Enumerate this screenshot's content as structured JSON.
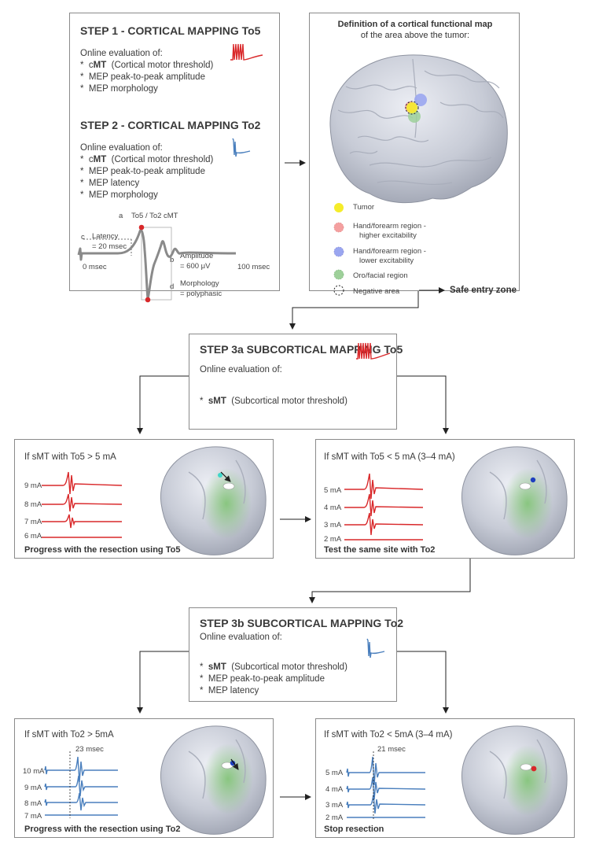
{
  "step1": {
    "title": "STEP 1 - CORTICAL MAPPING To5",
    "intro": "Online evaluation of:",
    "items": [
      {
        "bullet": "*",
        "bold": "cMT",
        "text": "(Cortical motor threshold)",
        "prefix": "c"
      },
      {
        "bullet": "*",
        "bold": "",
        "text": "MEP peak-to-peak amplitude",
        "prefix": ""
      },
      {
        "bullet": "*",
        "bold": "",
        "text": "MEP morphology",
        "prefix": ""
      }
    ]
  },
  "step2": {
    "title": "STEP 2 - CORTICAL MAPPING To2",
    "intro": "Online evaluation of:",
    "items": [
      {
        "bullet": "*",
        "text": "cMT  (Cortical motor threshold)"
      },
      {
        "bullet": "*",
        "text": "MEP peak-to-peak amplitude"
      },
      {
        "bullet": "*",
        "text": "MEP latency"
      },
      {
        "bullet": "*",
        "text": "MEP morphology"
      }
    ],
    "item0_bold": "MT",
    "item0_pre": "c",
    "item0_rest": "(Cortical motor threshold)",
    "waveform": {
      "a_letter": "a",
      "a_label": "To5 / To2 cMT",
      "b_letter": "b",
      "b_label1": "Amplitude",
      "b_label2": "= 600 μV",
      "c_letter": "c",
      "c_label1": "Latency",
      "c_label2": "= 20 msec",
      "d_letter": "d",
      "d_label1": "Morphology",
      "d_label2": "= polyphasic",
      "t0": "0 msec",
      "t100": "100 msec"
    }
  },
  "map": {
    "title": "Definition of a cortical functional map",
    "subtitle": "of the area above the tumor:",
    "legend": [
      {
        "label": "Tumor",
        "color": "#f5ec2a"
      },
      {
        "label": "Hand/forearm region -",
        "label2": "higher excitability",
        "color": "#f4a0a0"
      },
      {
        "label": "Hand/forearm region -",
        "label2": "lower excitability",
        "color": "#9aa6f0"
      },
      {
        "label": "Oro/facial region",
        "color": "#9ed09a"
      }
    ],
    "negative_label": "Negative area",
    "safe_label": "Safe entry zone"
  },
  "step3a": {
    "title": "STEP 3a SUBCORTICAL MAPPING To5",
    "intro": "Online evaluation of:",
    "bullet": "*",
    "bold": "sMT",
    "text": "(Subcortical motor threshold)"
  },
  "panel_a_left": {
    "condition": "If sMT with To5 > 5 mA",
    "traces": [
      "9 mA",
      "8 mA",
      "7 mA",
      "6 mA"
    ],
    "footer": "Progress with the resection using To5"
  },
  "panel_a_right": {
    "condition": "If sMT with To5 < 5 mA (3–4 mA)",
    "traces": [
      "5 mA",
      "4 mA",
      "3 mA",
      "2 mA"
    ],
    "footer": "Test the same site with To2"
  },
  "step3b": {
    "title": "STEP 3b SUBCORTICAL MAPPING To2",
    "intro": "Online evaluation of:",
    "items": [
      {
        "bullet": "*",
        "bold": "sMT",
        "text": "(Subcortical motor threshold)"
      },
      {
        "bullet": "*",
        "bold": "",
        "text": "MEP peak-to-peak amplitude"
      },
      {
        "bullet": "*",
        "bold": "",
        "text": "MEP latency"
      }
    ]
  },
  "panel_b_left": {
    "condition": "If sMT with To2 > 5mA",
    "latency": "23 msec",
    "traces": [
      "10 mA",
      "9 mA",
      "8 mA",
      "7 mA"
    ],
    "footer": "Progress with the resection using To2"
  },
  "panel_b_right": {
    "condition": "If sMT with To2 < 5mA (3–4 mA)",
    "latency": "21 msec",
    "traces": [
      "5 mA",
      "4 mA",
      "3 mA",
      "2 mA"
    ],
    "footer": "Stop resection"
  },
  "colors": {
    "red": "#d9282a",
    "blue": "#4a7fbd",
    "grey": "#8c8c8c",
    "green": "#6fbf5f"
  }
}
